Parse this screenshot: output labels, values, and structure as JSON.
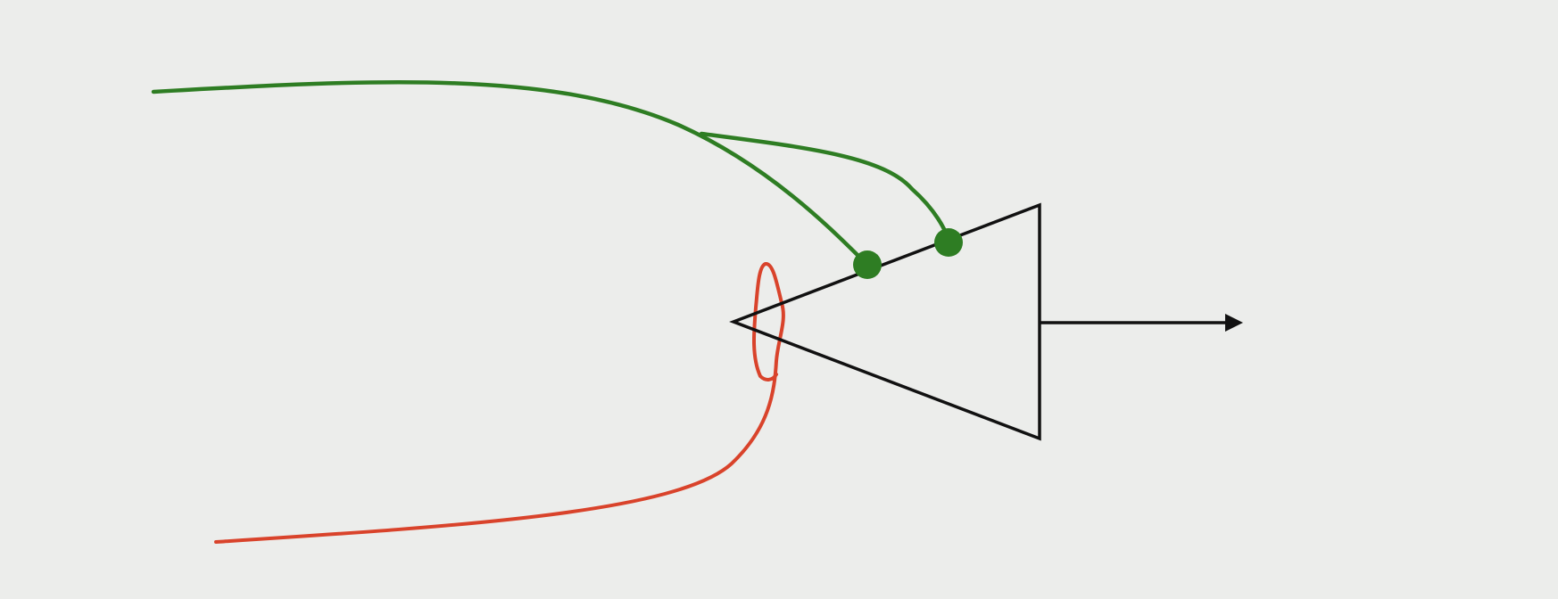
{
  "diagram": {
    "type": "neuron-dendrite-sketch",
    "background_color": "#ecedeb",
    "colors": {
      "body": "#111111",
      "excitatory": "#2e7d23",
      "inhibitory": "#d9432b"
    },
    "elements": {
      "cell_body": {
        "shape": "triangle",
        "color_key": "body"
      },
      "axon_output": {
        "shape": "arrow",
        "direction": "right",
        "color_key": "body"
      },
      "excitatory_inputs": [
        {
          "id": "green-input-1",
          "terminal": "dot"
        },
        {
          "id": "green-input-2",
          "terminal": "dot"
        }
      ],
      "inhibitory_input": {
        "id": "red-input",
        "terminal": "loop",
        "location": "cell-body-apex"
      }
    }
  }
}
